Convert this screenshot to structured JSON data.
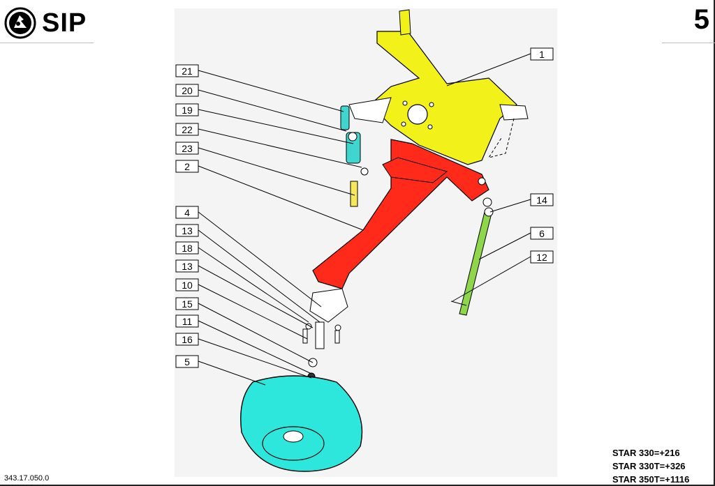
{
  "header": {
    "brand": "SIP",
    "page_number": "5"
  },
  "callouts": [
    {
      "id": "c1",
      "label": "1"
    },
    {
      "id": "c21",
      "label": "21"
    },
    {
      "id": "c20",
      "label": "20"
    },
    {
      "id": "c19",
      "label": "19"
    },
    {
      "id": "c22",
      "label": "22"
    },
    {
      "id": "c23",
      "label": "23"
    },
    {
      "id": "c2",
      "label": "2"
    },
    {
      "id": "c4",
      "label": "4"
    },
    {
      "id": "c13a",
      "label": "13"
    },
    {
      "id": "c18",
      "label": "18"
    },
    {
      "id": "c13b",
      "label": "13"
    },
    {
      "id": "c10",
      "label": "10"
    },
    {
      "id": "c15",
      "label": "15"
    },
    {
      "id": "c11",
      "label": "11"
    },
    {
      "id": "c16",
      "label": "16"
    },
    {
      "id": "c5",
      "label": "5"
    },
    {
      "id": "c14",
      "label": "14"
    },
    {
      "id": "c6",
      "label": "6"
    },
    {
      "id": "c12",
      "label": "12"
    }
  ],
  "colors": {
    "mount_plate": "#f2f21a",
    "arm": "#ff2a1a",
    "wheel": "#2de6dc",
    "rod": "#8ed64a",
    "shock_absorber": "#3fd6d0"
  },
  "footer": {
    "doc_code": "343.17.050.0",
    "variants": [
      "STAR 330=+216",
      "STAR 330T=+326",
      "STAR 350T=+1116"
    ]
  }
}
